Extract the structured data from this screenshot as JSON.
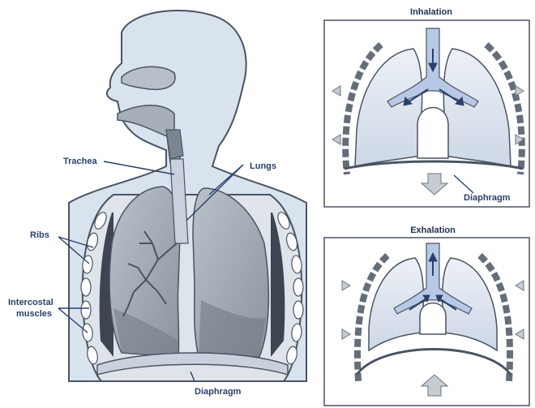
{
  "main_figure": {
    "labels": {
      "trachea": "Trachea",
      "lungs": "Lungs",
      "ribs": "Ribs",
      "intercostal_1": "Intercostal",
      "intercostal_2": "muscles",
      "diaphragm": "Diaphragm"
    }
  },
  "inhalation_panel": {
    "title": "Inhalation",
    "diaphragm_label": "Diaphragm"
  },
  "exhalation_panel": {
    "title": "Exhalation"
  },
  "colors": {
    "body_fill": "#d9e3ee",
    "lung_light": "#a9b3bd",
    "lung_dark": "#7f8892",
    "airway": "#b8c9e6",
    "outline": "#4a5462",
    "label": "#2a3f6b"
  }
}
